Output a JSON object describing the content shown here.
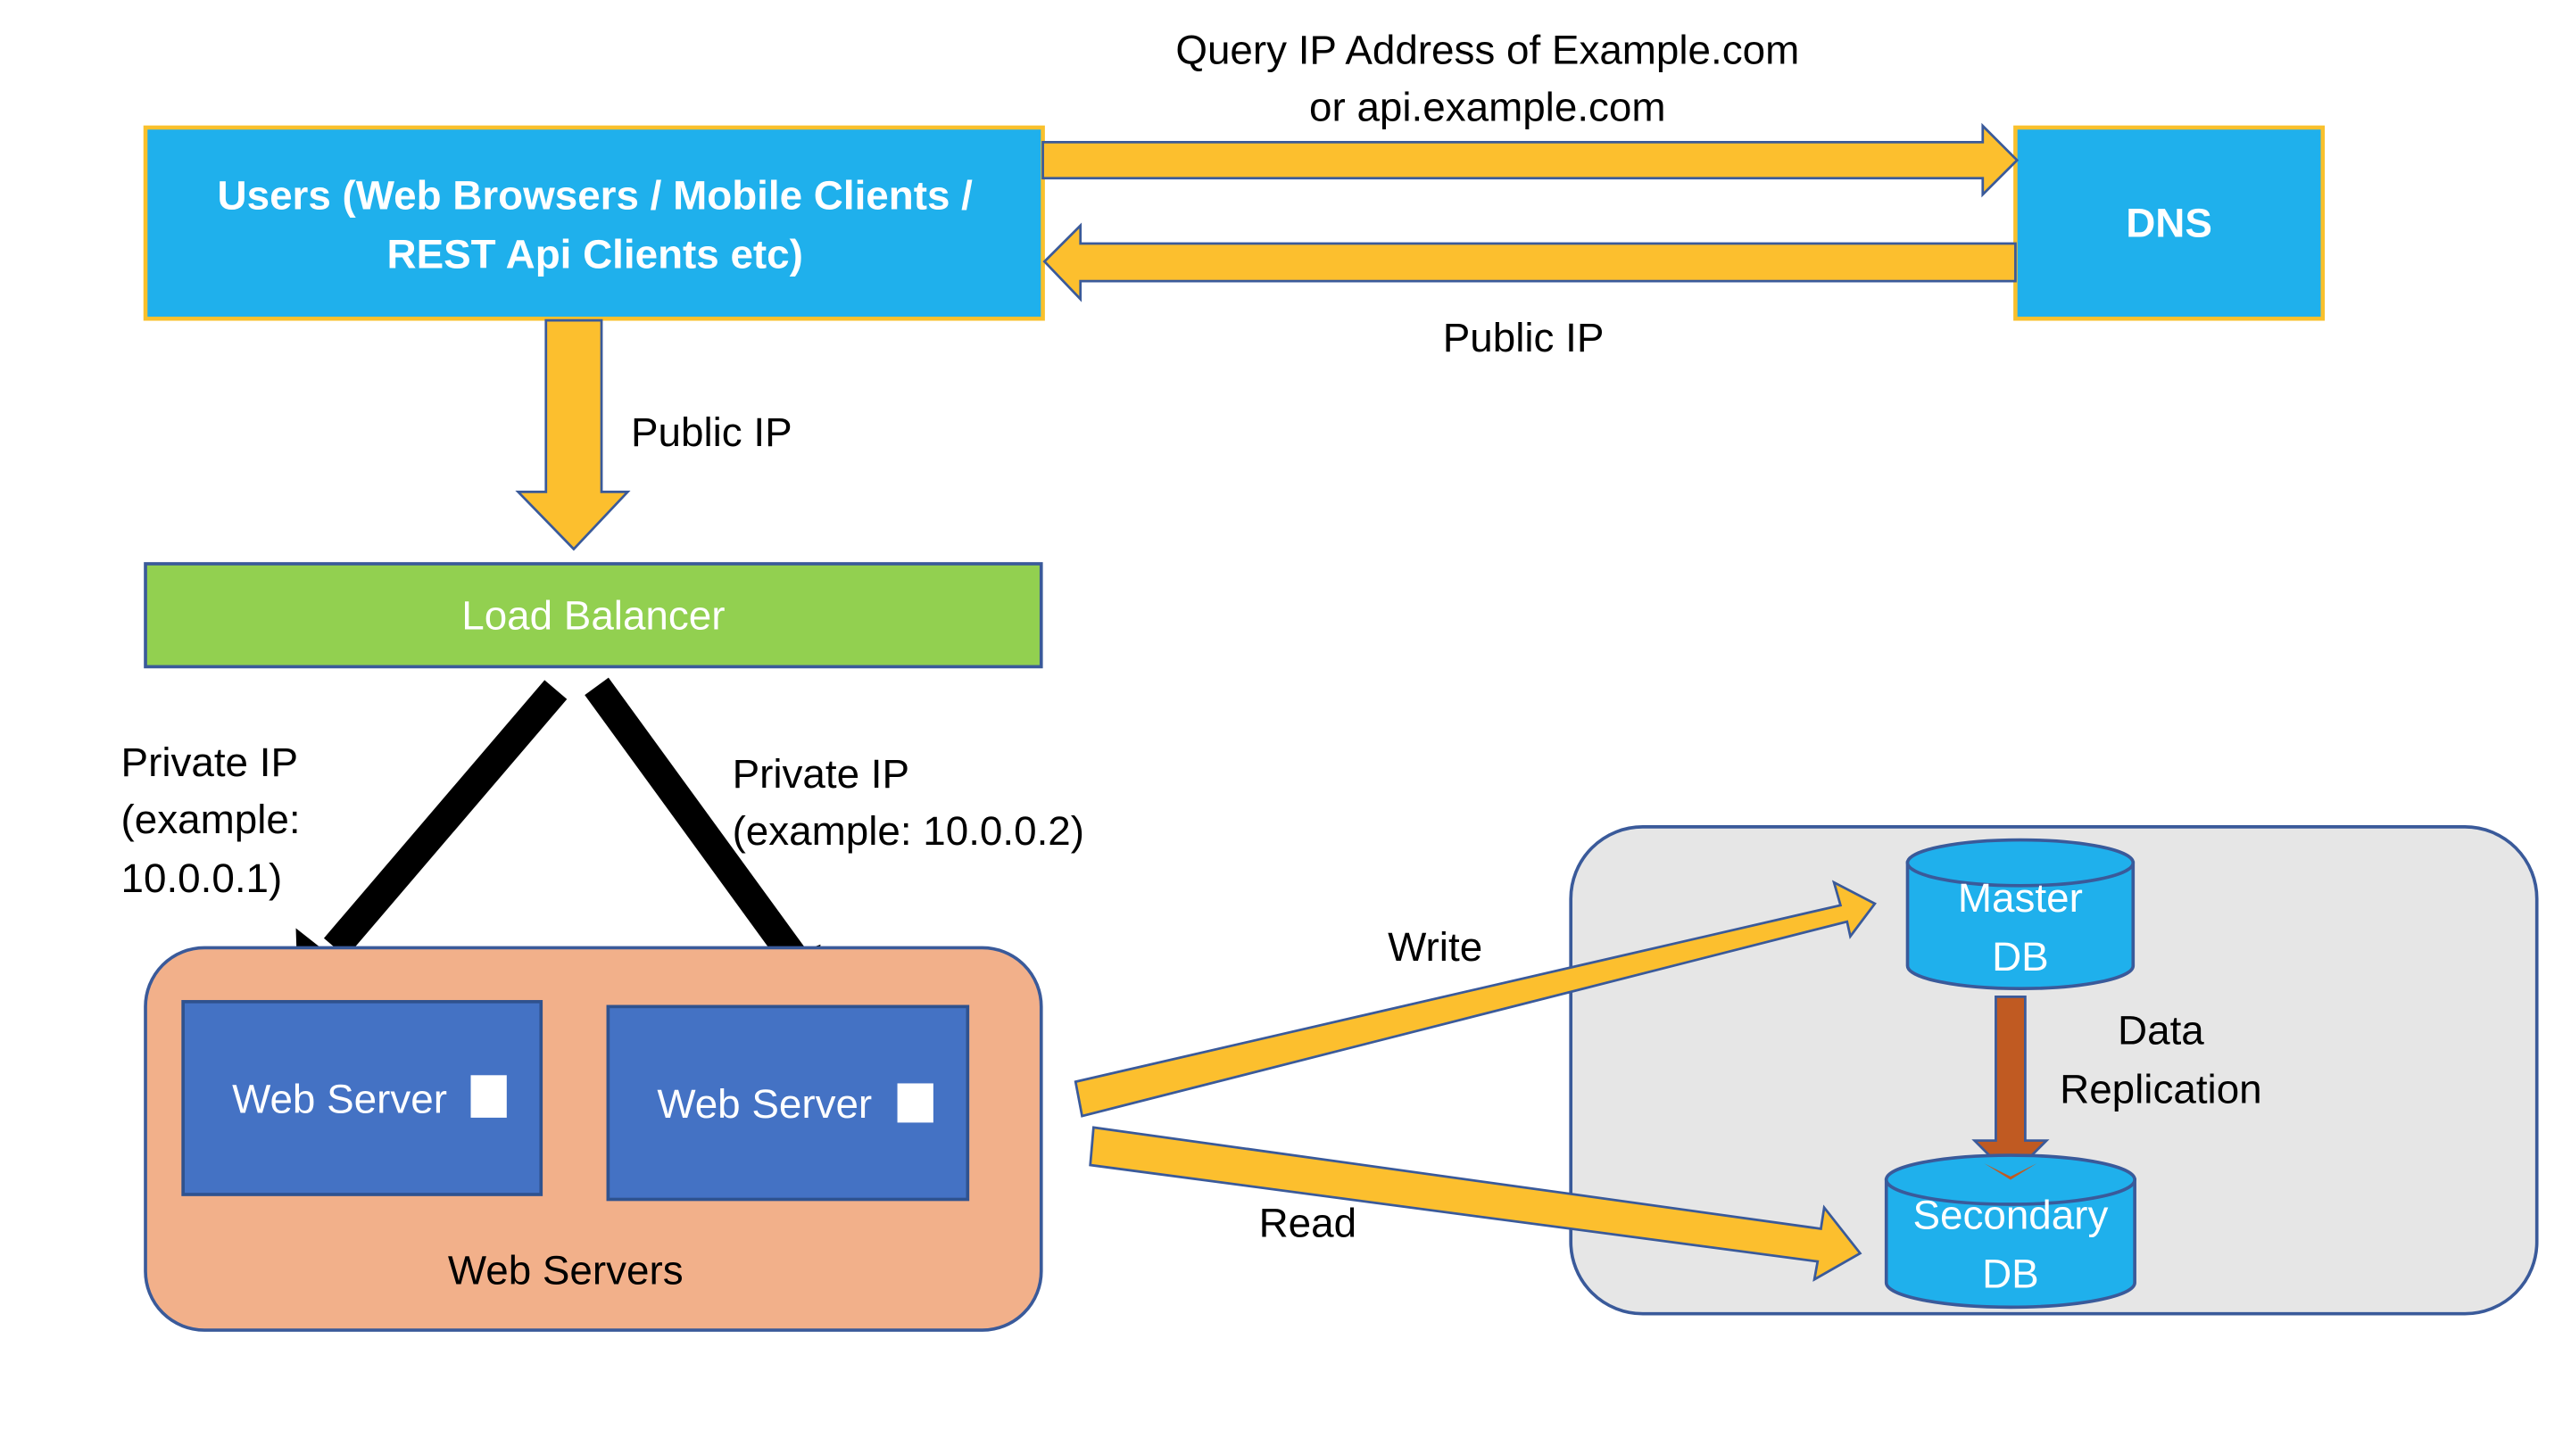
{
  "colors": {
    "node_blue": "#1FB0EC",
    "node_border_gold": "#F9C02C",
    "arrow_gold": "#FCBF2E",
    "arrow_outline": "#3A5A9A",
    "lb_green": "#92D050",
    "web_tier_bg": "#F2B08A",
    "web_server_blue": "#4472C4",
    "db_group_bg": "#E6E6E6",
    "replication_arrow": "#C05A22"
  },
  "nodes": {
    "users": {
      "line1": "Users (Web Browsers / Mobile Clients /",
      "line2": "REST Api Clients etc)"
    },
    "dns": {
      "label": "DNS"
    },
    "load_balancer": {
      "label": "Load Balancer"
    },
    "web_servers_group": {
      "label": "Web Servers"
    },
    "web_server_1": {
      "label": "Web Server"
    },
    "web_server_2": {
      "label": "Web Server"
    },
    "master_db": {
      "line1": "Master",
      "line2": "DB"
    },
    "secondary_db": {
      "line1": "Secondary",
      "line2": "DB"
    }
  },
  "edges": {
    "query_dns": {
      "line1": "Query IP Address of Example.com",
      "line2": "or api.example.com"
    },
    "dns_response": {
      "label": "Public IP"
    },
    "users_to_lb": {
      "label": "Public IP"
    },
    "lb_to_ws1": {
      "line1": "Private IP",
      "line2": "(example:",
      "line3": "10.0.0.1)"
    },
    "lb_to_ws2": {
      "line1": "Private IP",
      "line2": "(example: 10.0.0.2)"
    },
    "write": {
      "label": "Write"
    },
    "read": {
      "label": "Read"
    },
    "replication": {
      "line1": "Data",
      "line2": "Replication"
    }
  }
}
